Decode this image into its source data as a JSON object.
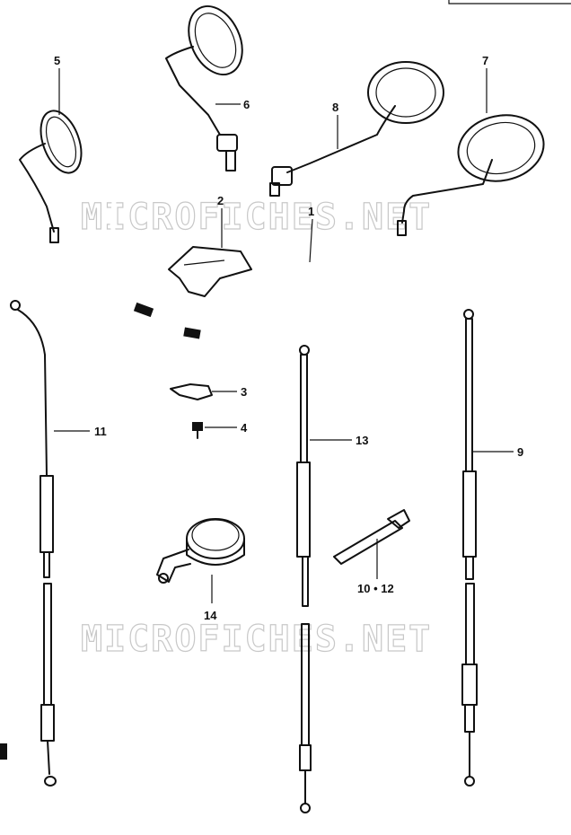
{
  "watermark": "MICROFICHES.NET",
  "callouts": {
    "p1": "1",
    "p2": "2",
    "p3": "3",
    "p4": "4",
    "p5": "5",
    "p6": "6",
    "p7": "7",
    "p8": "8",
    "p9": "9",
    "p10_12": "10 • 12",
    "p11": "11",
    "p13": "13",
    "p14": "14"
  }
}
